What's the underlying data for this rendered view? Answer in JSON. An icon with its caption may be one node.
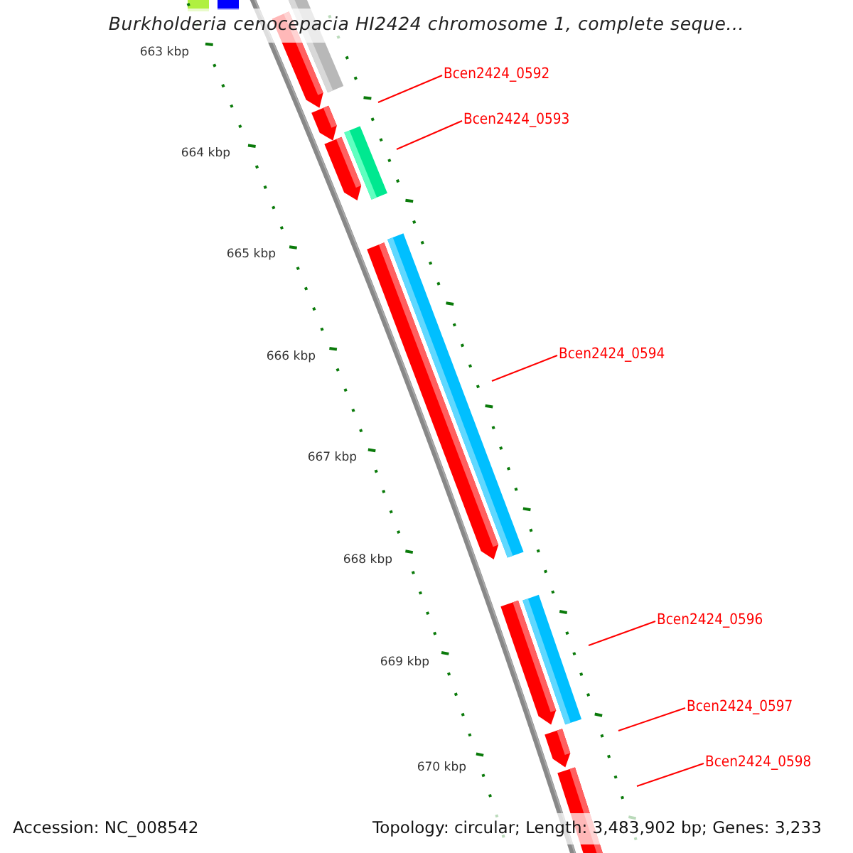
{
  "diagram": {
    "title": "Burkholderia cenocepacia HI2424 chromosome 1, complete seque...",
    "nodes": [
      {
        "text": [
          "Bcen2424_0592"
        ]
      },
      {
        "text": [
          "Bcen2424_0593"
        ]
      },
      {
        "text": [
          "Bcen2424_0594"
        ]
      },
      {
        "text": [
          "Bcen2424_0596"
        ]
      },
      {
        "text": [
          "Bcen2424_0597"
        ]
      },
      {
        "text": [
          "Bcen2424_0598"
        ]
      }
    ],
    "edges": [
      {
        "from": 0,
        "to": null,
        "arrow": "none"
      },
      {
        "from": 1,
        "to": null,
        "arrow": "none"
      },
      {
        "from": 2,
        "to": null,
        "arrow": "none"
      },
      {
        "from": 3,
        "to": null,
        "arrow": "none"
      },
      {
        "from": 4,
        "to": null,
        "arrow": "none"
      },
      {
        "from": 5,
        "to": null,
        "arrow": "none"
      }
    ],
    "labels": [
      "663 kbp",
      "664 kbp",
      "665 kbp",
      "666 kbp",
      "667 kbp",
      "668 kbp",
      "669 kbp",
      "670 kbp",
      "Accession: NC_008542",
      "Topology: circular; Length: 3,483,902 bp; Genes: 3,233"
    ]
  }
}
